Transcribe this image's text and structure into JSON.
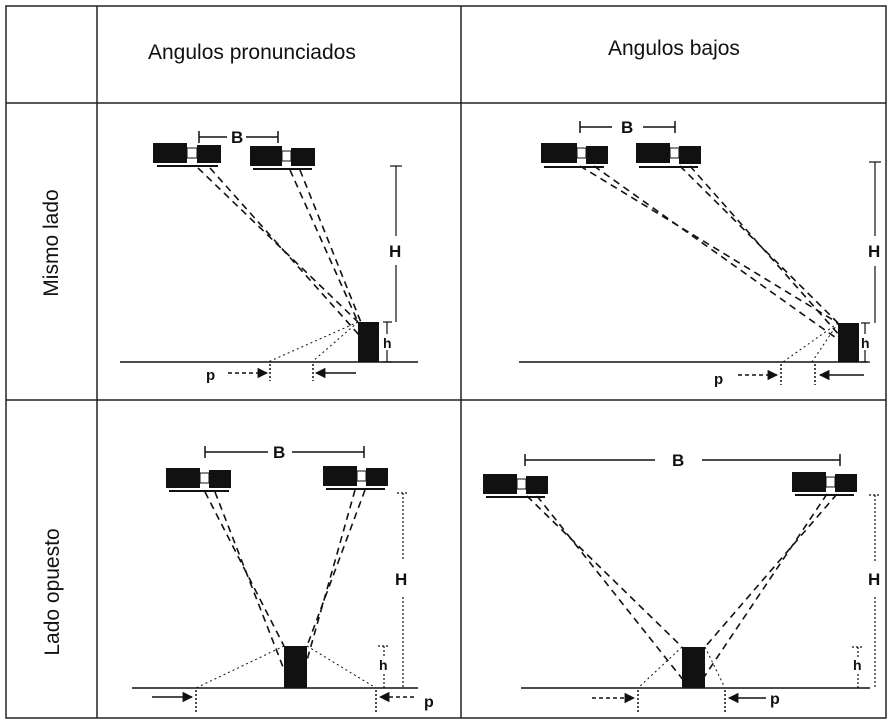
{
  "columns": {
    "steep": "Angulos pronunciados",
    "low": "Angulos bajos"
  },
  "rows": {
    "same": "Mismo lado",
    "opposite": "Lado opuesto"
  },
  "labels": {
    "baseline": "B",
    "height": "H",
    "object_height": "h",
    "parallax": "p"
  },
  "colors": {
    "ink": "#111111",
    "grid": "#222222"
  }
}
